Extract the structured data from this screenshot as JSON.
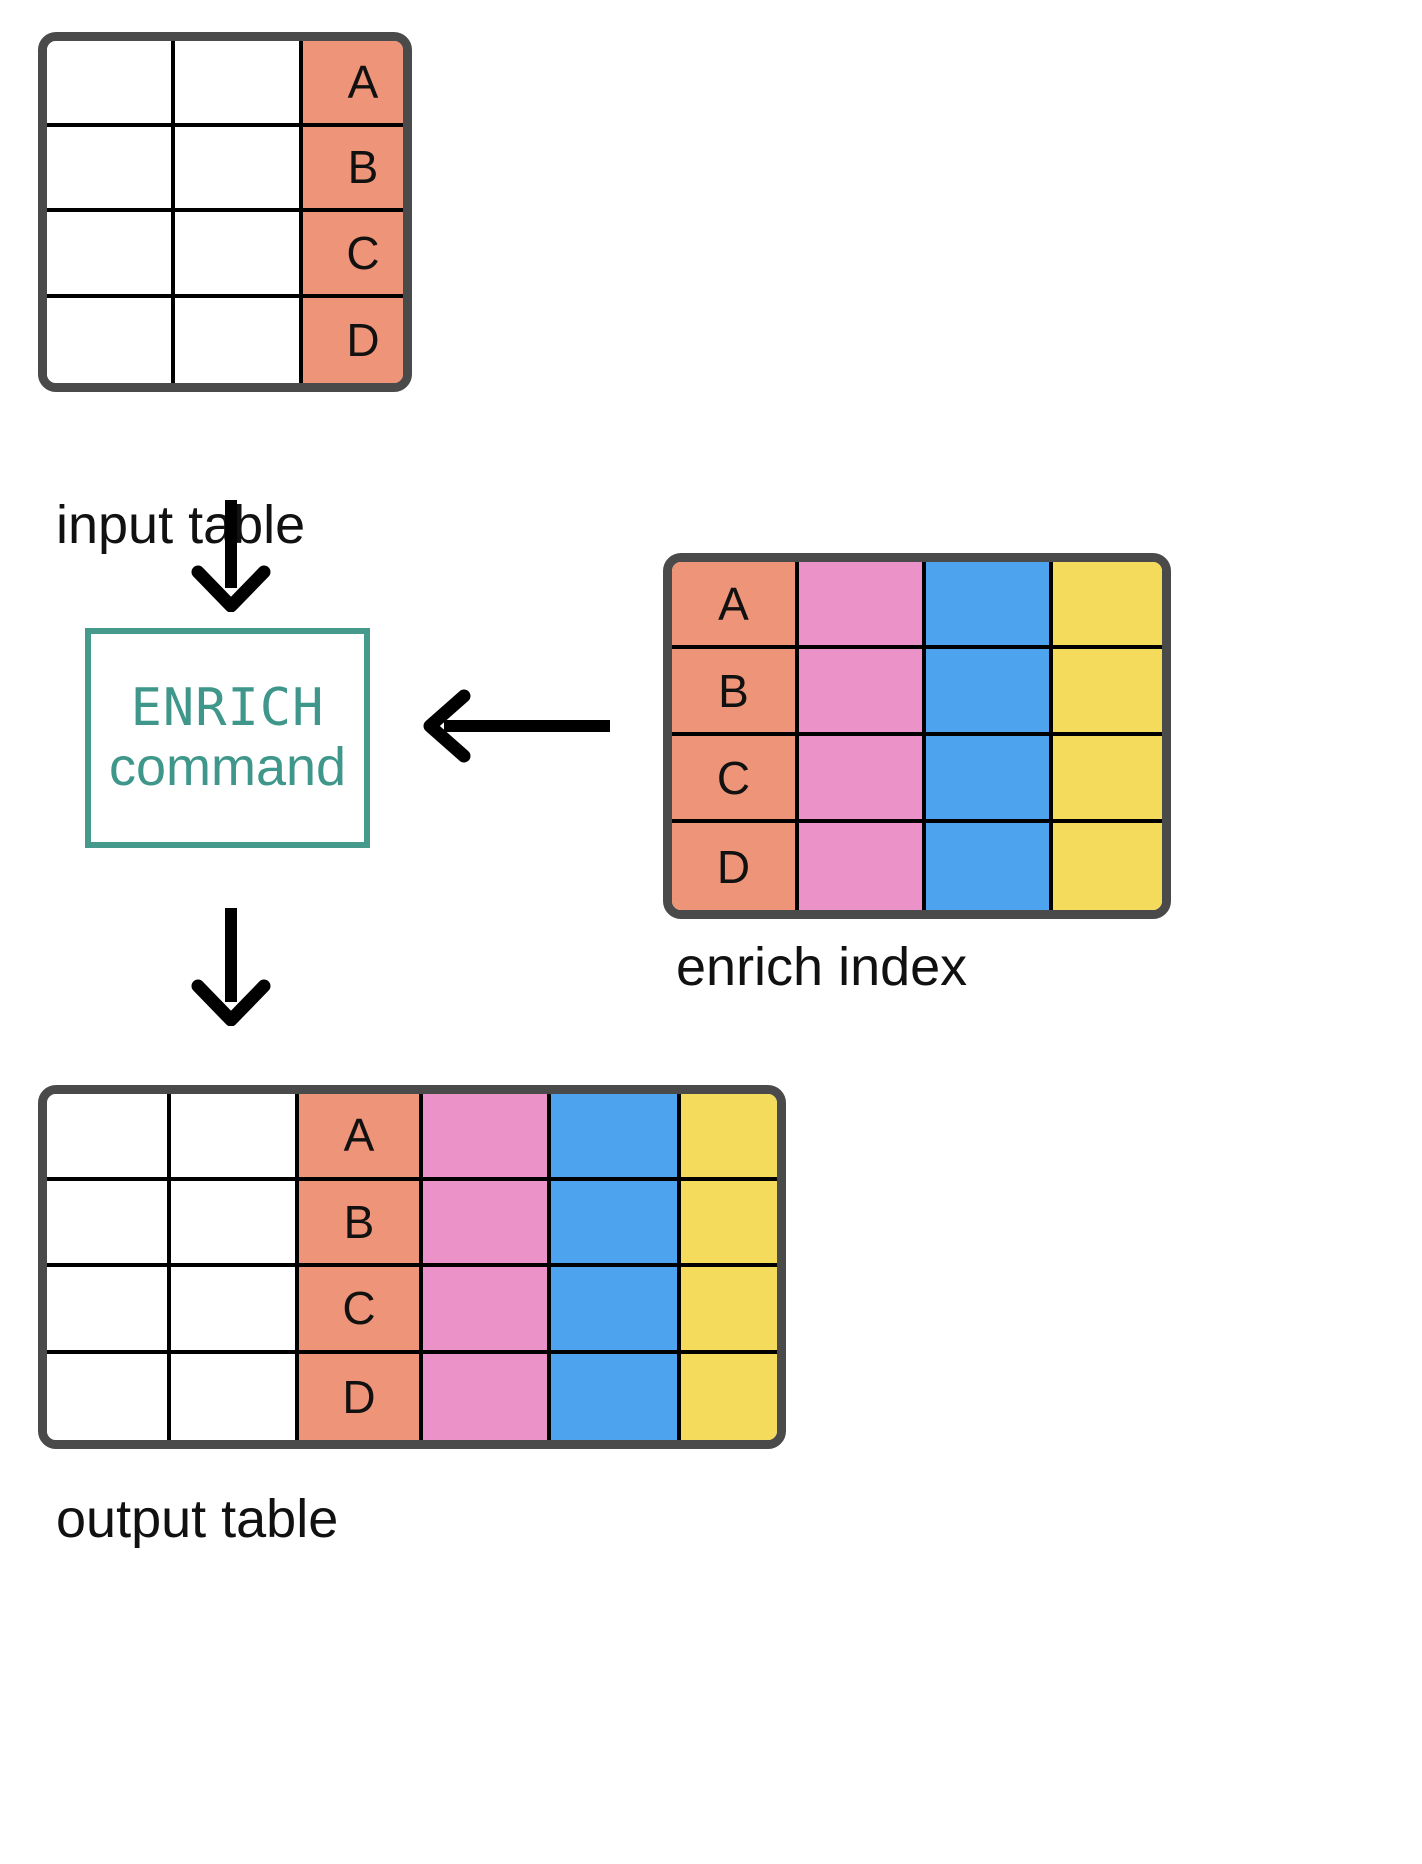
{
  "colors": {
    "key_salmon": "#ee9478",
    "attr_pink": "#eb93c8",
    "attr_blue": "#4ea3ee",
    "attr_yellow": "#f5db5c",
    "table_border": "#4a4a4a",
    "cell_line": "#000000",
    "command_teal": "#3f968a",
    "arrow_black": "#000000",
    "empty_white": "#ffffff"
  },
  "input_table": {
    "caption": "input table",
    "columns": 3,
    "rows": [
      {
        "cells": [
          {
            "text": "",
            "fill": "white"
          },
          {
            "text": "",
            "fill": "white"
          },
          {
            "text": "A",
            "fill": "salmon"
          }
        ]
      },
      {
        "cells": [
          {
            "text": "",
            "fill": "white"
          },
          {
            "text": "",
            "fill": "white"
          },
          {
            "text": "B",
            "fill": "salmon"
          }
        ]
      },
      {
        "cells": [
          {
            "text": "",
            "fill": "white"
          },
          {
            "text": "",
            "fill": "white"
          },
          {
            "text": "C",
            "fill": "salmon"
          }
        ]
      },
      {
        "cells": [
          {
            "text": "",
            "fill": "white"
          },
          {
            "text": "",
            "fill": "white"
          },
          {
            "text": "D",
            "fill": "salmon"
          }
        ]
      }
    ]
  },
  "enrich_index": {
    "caption": "enrich index",
    "columns": 4,
    "rows": [
      {
        "cells": [
          {
            "text": "A",
            "fill": "salmon"
          },
          {
            "text": "",
            "fill": "pink"
          },
          {
            "text": "",
            "fill": "blue"
          },
          {
            "text": "",
            "fill": "yellow"
          }
        ]
      },
      {
        "cells": [
          {
            "text": "B",
            "fill": "salmon"
          },
          {
            "text": "",
            "fill": "pink"
          },
          {
            "text": "",
            "fill": "blue"
          },
          {
            "text": "",
            "fill": "yellow"
          }
        ]
      },
      {
        "cells": [
          {
            "text": "C",
            "fill": "salmon"
          },
          {
            "text": "",
            "fill": "pink"
          },
          {
            "text": "",
            "fill": "blue"
          },
          {
            "text": "",
            "fill": "yellow"
          }
        ]
      },
      {
        "cells": [
          {
            "text": "D",
            "fill": "salmon"
          },
          {
            "text": "",
            "fill": "pink"
          },
          {
            "text": "",
            "fill": "blue"
          },
          {
            "text": "",
            "fill": "yellow"
          }
        ]
      }
    ]
  },
  "output_table": {
    "caption": "output table",
    "columns": 6,
    "rows": [
      {
        "cells": [
          {
            "text": "",
            "fill": "white"
          },
          {
            "text": "",
            "fill": "white"
          },
          {
            "text": "A",
            "fill": "salmon"
          },
          {
            "text": "",
            "fill": "pink"
          },
          {
            "text": "",
            "fill": "blue"
          },
          {
            "text": "",
            "fill": "yellow"
          }
        ]
      },
      {
        "cells": [
          {
            "text": "",
            "fill": "white"
          },
          {
            "text": "",
            "fill": "white"
          },
          {
            "text": "B",
            "fill": "salmon"
          },
          {
            "text": "",
            "fill": "pink"
          },
          {
            "text": "",
            "fill": "blue"
          },
          {
            "text": "",
            "fill": "yellow"
          }
        ]
      },
      {
        "cells": [
          {
            "text": "",
            "fill": "white"
          },
          {
            "text": "",
            "fill": "white"
          },
          {
            "text": "C",
            "fill": "salmon"
          },
          {
            "text": "",
            "fill": "pink"
          },
          {
            "text": "",
            "fill": "blue"
          },
          {
            "text": "",
            "fill": "yellow"
          }
        ]
      },
      {
        "cells": [
          {
            "text": "",
            "fill": "white"
          },
          {
            "text": "",
            "fill": "white"
          },
          {
            "text": "D",
            "fill": "salmon"
          },
          {
            "text": "",
            "fill": "pink"
          },
          {
            "text": "",
            "fill": "blue"
          },
          {
            "text": "",
            "fill": "yellow"
          }
        ]
      }
    ]
  },
  "command_box": {
    "line1": "ENRICH",
    "line2": "command"
  },
  "arrows": {
    "input_to_command": "down-arrow",
    "index_to_command": "left-arrow",
    "command_to_output": "down-arrow"
  }
}
